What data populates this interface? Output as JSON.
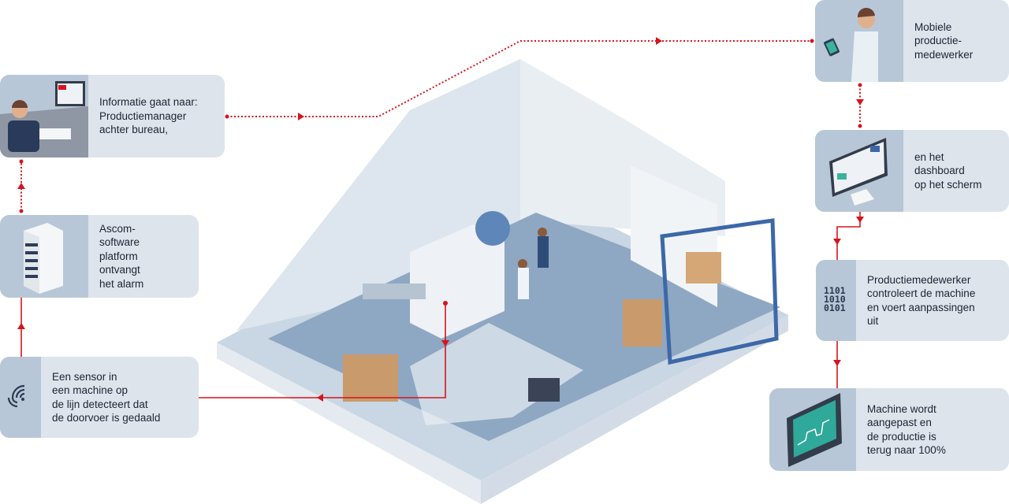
{
  "colors": {
    "accent": "#d4151f",
    "box": "#dde4ec",
    "panel": "#b8c7d7"
  },
  "steps": {
    "manager": {
      "icon": "desk-worker-icon",
      "lines": [
        "Informatie gaat naar:",
        "Productiemanager",
        "achter bureau,"
      ]
    },
    "platform": {
      "icon": "server-icon",
      "lines": [
        "Ascom-",
        "software",
        "platform",
        "ontvangt",
        "het alarm"
      ]
    },
    "sensor": {
      "icon": "wireless-signal-icon",
      "lines": [
        "Een sensor in",
        "een machine op",
        "de lijn detecteert dat",
        "de doorvoer is gedaald"
      ]
    },
    "mobile": {
      "icon": "mobile-worker-icon",
      "lines": [
        "Mobiele",
        "productie-",
        "medewerker"
      ]
    },
    "dashboard": {
      "icon": "monitor-dashboard-icon",
      "lines": [
        "en het",
        "dashboard",
        "op het scherm"
      ]
    },
    "worker": {
      "icon": "binary-code-icon",
      "binary": [
        "1101",
        "1010",
        "0101"
      ],
      "lines": [
        "Productiemedewerker",
        "controleert de machine",
        "en voert aanpassingen",
        "uit"
      ]
    },
    "machine": {
      "icon": "machine-display-icon",
      "lines": [
        "Machine wordt",
        "aangepast en",
        "de productie is",
        "terug naar 100%"
      ]
    }
  }
}
